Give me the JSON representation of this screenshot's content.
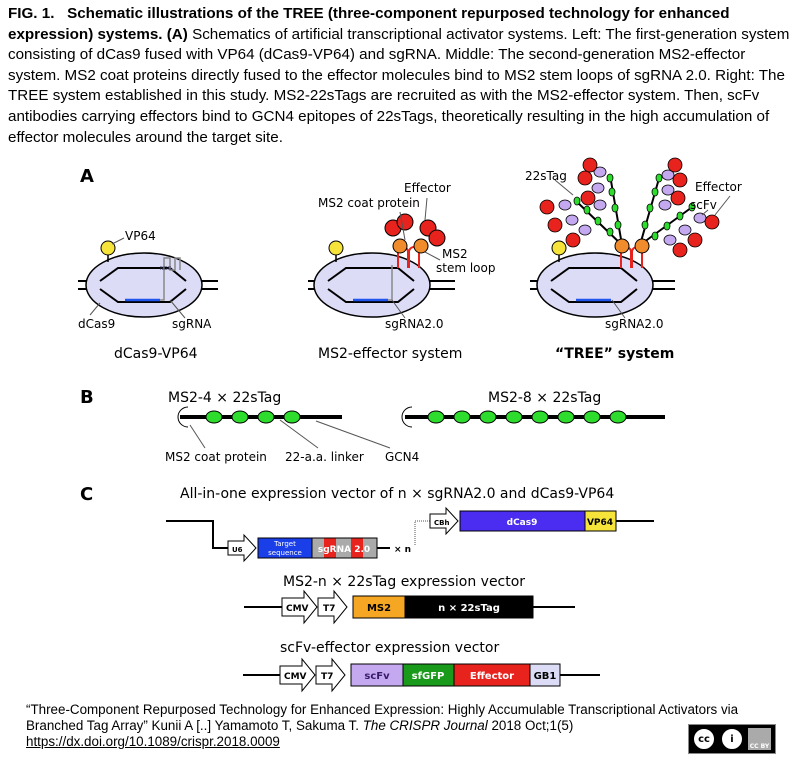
{
  "caption": {
    "fig_label": "FIG. 1.",
    "title": "Schematic illustrations of the TREE (three-component repurposed technology for enhanced expression) systems.",
    "panel_a_label": "(A)",
    "body": "Schematics of artificial transcriptional activator systems. Left: The first-generation system consisting of dCas9 fused with VP64 (dCas9-VP64) and sgRNA. Middle: The second-generation MS2-effector system. MS2 coat proteins directly fused to the effector molecules bind to MS2 stem loops of sgRNA 2.0. Right: The TREE system established in this study. MS2-22sTags are recruited as with the MS2-effector system. Then, scFv antibodies carrying effectors bind to GCN4 epitopes of 22sTags, theoretically resulting in the high accumulation of effector molecules around the target site."
  },
  "panel_a": {
    "label": "A",
    "left": {
      "vp64": "VP64",
      "dcas9": "dCas9",
      "sgrna": "sgRNA",
      "title": "dCas9-VP64",
      "ngg": "NGG"
    },
    "middle": {
      "effector": "Effector",
      "coat": "MS2 coat protein",
      "ms2": "MS2",
      "stem": "stem loop",
      "sgrna": "sgRNA2.0",
      "title": "MS2-effector system"
    },
    "right": {
      "tag": "22sTag",
      "effector": "Effector",
      "scfv": "scFv",
      "sgrna": "sgRNA2.0",
      "title": "“TREE” system"
    }
  },
  "panel_b": {
    "label": "B",
    "left_title": "MS2-4 × 22sTag",
    "right_title": "MS2-8 × 22sTag",
    "labels": [
      "MS2 coat protein",
      "22-a.a. linker",
      "GCN4"
    ]
  },
  "panel_c": {
    "label": "C",
    "vec1_title": "All-in-one expression vector of n × sgRNA2.0 and dCas9-VP64",
    "u6": "U6",
    "target1": "Target",
    "target2": "sequence",
    "sgrna": "sgRNA 2.0",
    "xn": "× n",
    "cbh": "CBh",
    "dcas9": "dCas9",
    "vp64": "VP64",
    "vec2_title": "MS2-n × 22sTag expression vector",
    "cmv": "CMV",
    "t7": "T7",
    "ms2": "MS2",
    "tag": "n × 22sTag",
    "vec3_title": "scFv-effector expression vector",
    "scfv": "scFv",
    "sfgfp": "sfGFP",
    "effector": "Effector",
    "gb1": "GB1"
  },
  "citation": {
    "text": "“Three-Component Repurposed Technology for Enhanced Expression: Highly Accumulable Transcriptional Activators via Branched Tag Array” Kunii A [..] Yamamoto T,  Sakuma T.",
    "journal": "The CRISPR Journal",
    "rest": "2018 Oct;1(5)",
    "doi": "https://dx.doi.org/10.1089/crispr.2018.0009",
    "license": "CC BY"
  },
  "colors": {
    "ellipse": "#dcdcf6",
    "vp64": "#f6e43a",
    "effector": "#e8231d",
    "coat": "#f08c2c",
    "gcn4": "#2ddc2d",
    "scfv": "#c4a8f0",
    "dcas9": "#4a2df0",
    "target": "#1a3ee8",
    "ms2": "#f5a623",
    "sfgfp": "#1a9a1a",
    "gb1": "#dcdcf6"
  }
}
